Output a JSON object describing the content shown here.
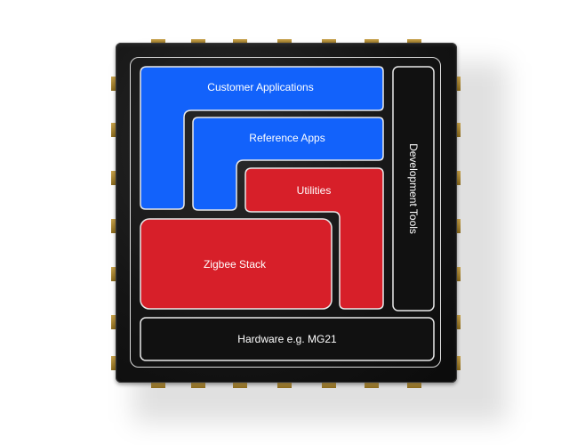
{
  "diagram": {
    "blocks": {
      "customer_applications": "Customer Applications",
      "reference_apps": "Reference Apps",
      "utilities": "Utilities",
      "zigbee_stack": "Zigbee Stack",
      "development_tools": "Development Tools",
      "hardware": "Hardware e.g. MG21"
    },
    "colors": {
      "application_blue": "#1262fb",
      "stack_red": "#d71f29",
      "hardware_black": "#111111"
    }
  }
}
